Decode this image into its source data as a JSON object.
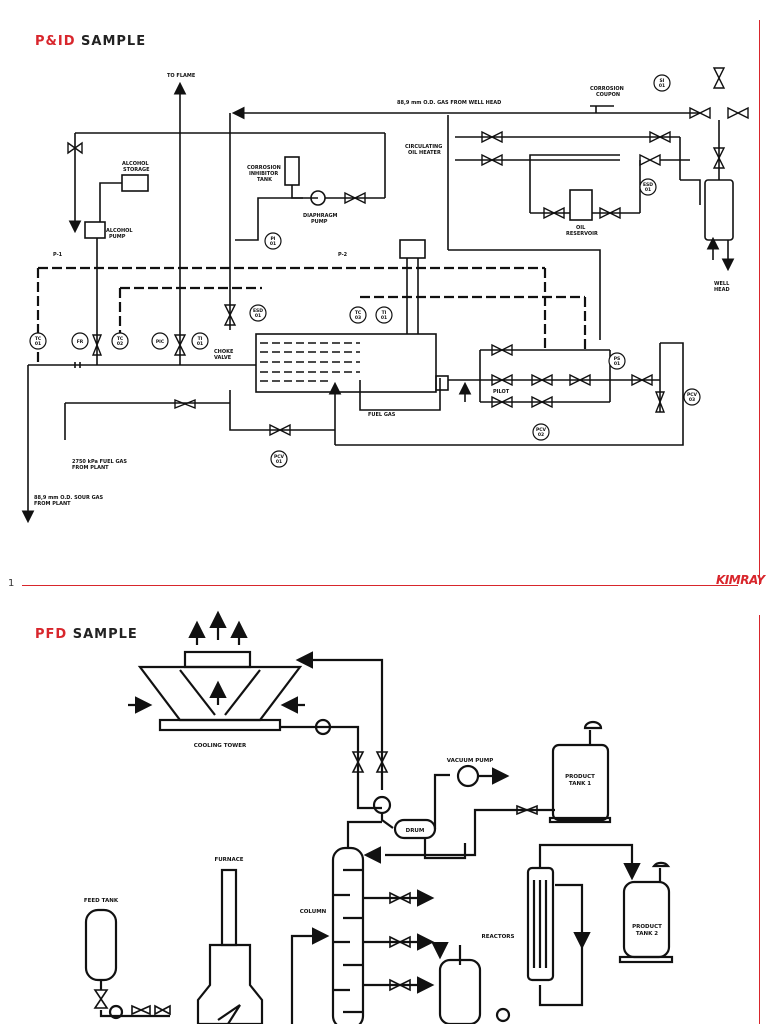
{
  "pid": {
    "title_red": "P&ID",
    "title_black": "SAMPLE",
    "labels": {
      "to_flame": "TO FLAME",
      "gas_from_well": "88,9 mm O.D. GAS FROM WELL HEAD",
      "corrosion_coupon_1": "CORROSION",
      "corrosion_coupon_2": "COUPON",
      "alcohol_storage_1": "ALCOHOL",
      "alcohol_storage_2": "STORAGE",
      "corrosion_inhibitor_1": "CORROSION",
      "corrosion_inhibitor_2": "INHIBITOR",
      "corrosion_inhibitor_3": "TANK",
      "circulating_1": "CIRCULATING",
      "circulating_2": "OIL HEATER",
      "diaphragm_1": "DIAPHRAGM",
      "diaphragm_2": "PUMP",
      "alcohol_pump_1": "ALCOHOL",
      "alcohol_pump_2": "PUMP",
      "oil_reservoir_1": "OIL",
      "oil_reservoir_2": "RESERVOIR",
      "p1": "P-1",
      "p2": "P-2",
      "well_head_1": "WELL",
      "well_head_2": "HEAD",
      "choke_1": "CHOKE",
      "choke_2": "VALVE",
      "pilot": "PILOT",
      "fuel_gas": "FUEL GAS",
      "fuel_gas_plant_1": "2750 kPa FUEL GAS",
      "fuel_gas_plant_2": "FROM PLANT",
      "sour_gas_1": "88,9 mm O.D. SOUR GAS",
      "sour_gas_2": "FROM PLANT"
    },
    "instruments": {
      "si": [
        "SI",
        "01"
      ],
      "esd1": [
        "ESD",
        "01"
      ],
      "esd2": [
        "ESD",
        "01"
      ],
      "pi": [
        "PI",
        "01"
      ],
      "tc1": [
        "TC",
        "01"
      ],
      "tc2": [
        "TC",
        "02"
      ],
      "tc3": [
        "TC",
        "03"
      ],
      "ti": [
        "TI",
        "01"
      ],
      "fr": [
        "FR",
        ""
      ],
      "pic": [
        "PIC",
        ""
      ],
      "ps": [
        "PS",
        "01"
      ],
      "pcv1": [
        "PCV",
        "01"
      ],
      "pcv2": [
        "PCV",
        "02"
      ],
      "pcv3": [
        "PCV",
        "03"
      ]
    }
  },
  "page_number": "1",
  "logo_text": "KIMRAY",
  "pfd": {
    "title_red": "PFD",
    "title_black": "SAMPLE",
    "labels": {
      "cooling_tower": "COOLING TOWER",
      "vacuum_pump": "VACUUM PUMP",
      "product_tank_1a": "PRODUCT",
      "product_tank_1b": "TANK 1",
      "drum": "DRUM",
      "furnace": "FURNACE",
      "feed_tank": "FEED TANK",
      "column": "COLUMN",
      "reactors": "REACTORS",
      "product_tank_2a": "PRODUCT",
      "product_tank_2b": "TANK 2"
    }
  },
  "colors": {
    "accent": "#d8262c",
    "line": "#111111"
  }
}
